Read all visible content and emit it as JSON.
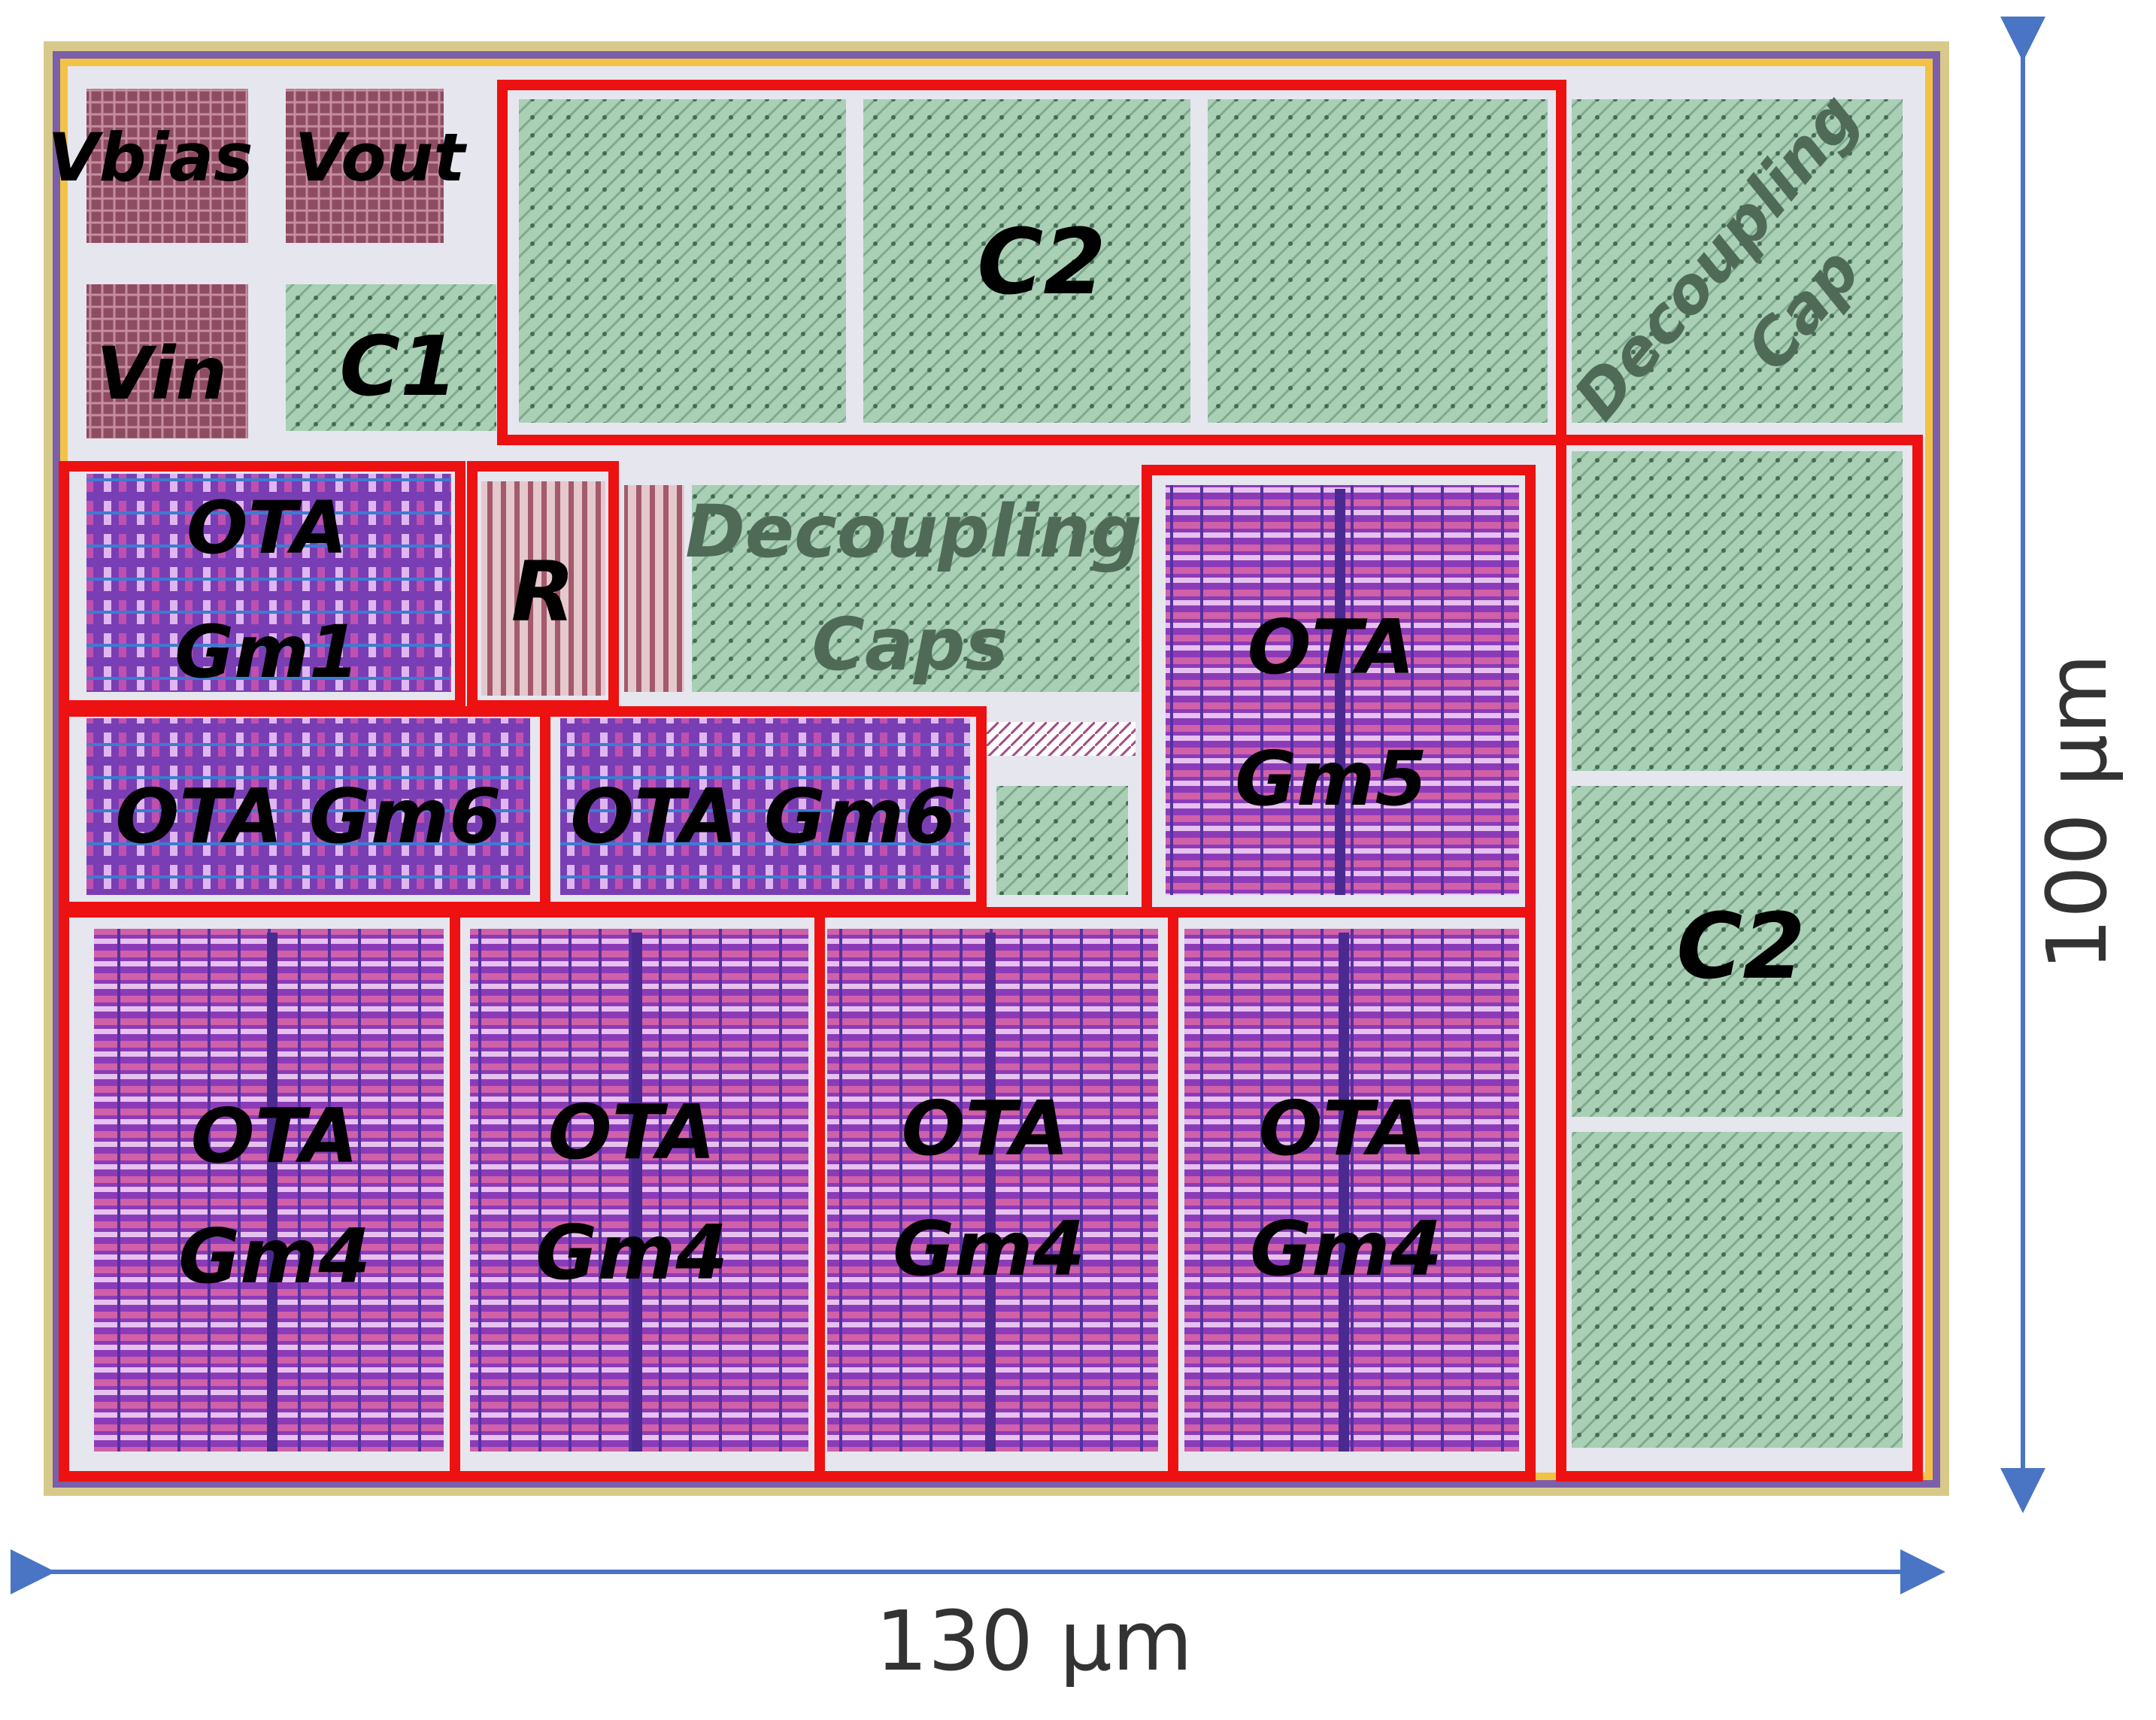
{
  "labels": {
    "vbias": "Vbias",
    "vout": "Vout",
    "vin": "Vin",
    "c1": "C1",
    "c2_top": "C2",
    "c2_right": "C2",
    "decoupling_cap_1": "Decoupling",
    "decoupling_cap_2": "Cap",
    "decoupling_caps_1": "Decoupling",
    "decoupling_caps_2": "Caps",
    "r": "R",
    "ota_gm1_1": "OTA",
    "ota_gm1_2": "Gm1",
    "ota_gm6_a": "OTA Gm6",
    "ota_gm6_b": "OTA Gm6",
    "ota_gm5_1": "OTA",
    "ota_gm5_2": "Gm5",
    "ota_gm4_1_a": "OTA",
    "ota_gm4_1_b": "Gm4",
    "ota_gm4_2_a": "OTA",
    "ota_gm4_2_b": "Gm4",
    "ota_gm4_3_a": "OTA",
    "ota_gm4_3_b": "Gm4",
    "ota_gm4_4_a": "OTA",
    "ota_gm4_4_b": "Gm4"
  },
  "dimensions": {
    "width": "130 µm",
    "height": "100 µm"
  },
  "colors": {
    "outline": "#ee1111",
    "cap": "#a8cdb4",
    "transistor": "#9a3fc0",
    "pad": "#8a4a5e",
    "arrow": "#4a74c4"
  }
}
